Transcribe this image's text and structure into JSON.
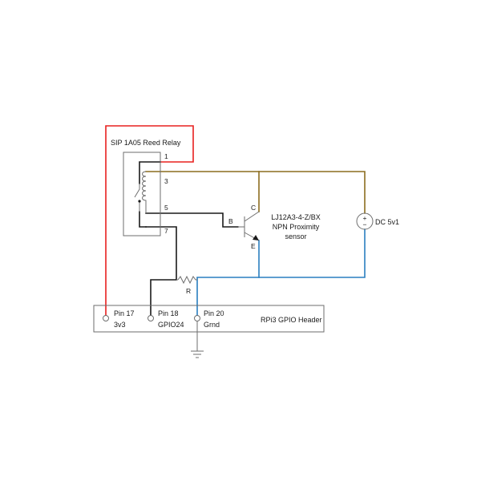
{
  "relay": {
    "title": "SIP 1A05 Reed Relay",
    "pins": {
      "p1": "1",
      "p3": "3",
      "p5": "5",
      "p7": "7"
    }
  },
  "sensor": {
    "line1": "LJ12A3-4-Z/BX",
    "line2": "NPN Proximity",
    "line3": "sensor",
    "base": "B",
    "collector": "C",
    "emitter": "E"
  },
  "supply": {
    "label": "DC 5v1"
  },
  "resistor": {
    "label": "R"
  },
  "header": {
    "title": "RPi3 GPIO Header",
    "pin17": {
      "name": "Pin 17",
      "func": "3v3"
    },
    "pin18": {
      "name": "Pin 18",
      "func": "GPIO24"
    },
    "pin20": {
      "name": "Pin 20",
      "func": "Grnd"
    }
  },
  "colors": {
    "red_wire": "#e8201f",
    "black_wire": "#1a1a1a",
    "brown_wire": "#8c6d1f",
    "blue_wire": "#2a7fc0",
    "component": "#6e6e6e"
  }
}
